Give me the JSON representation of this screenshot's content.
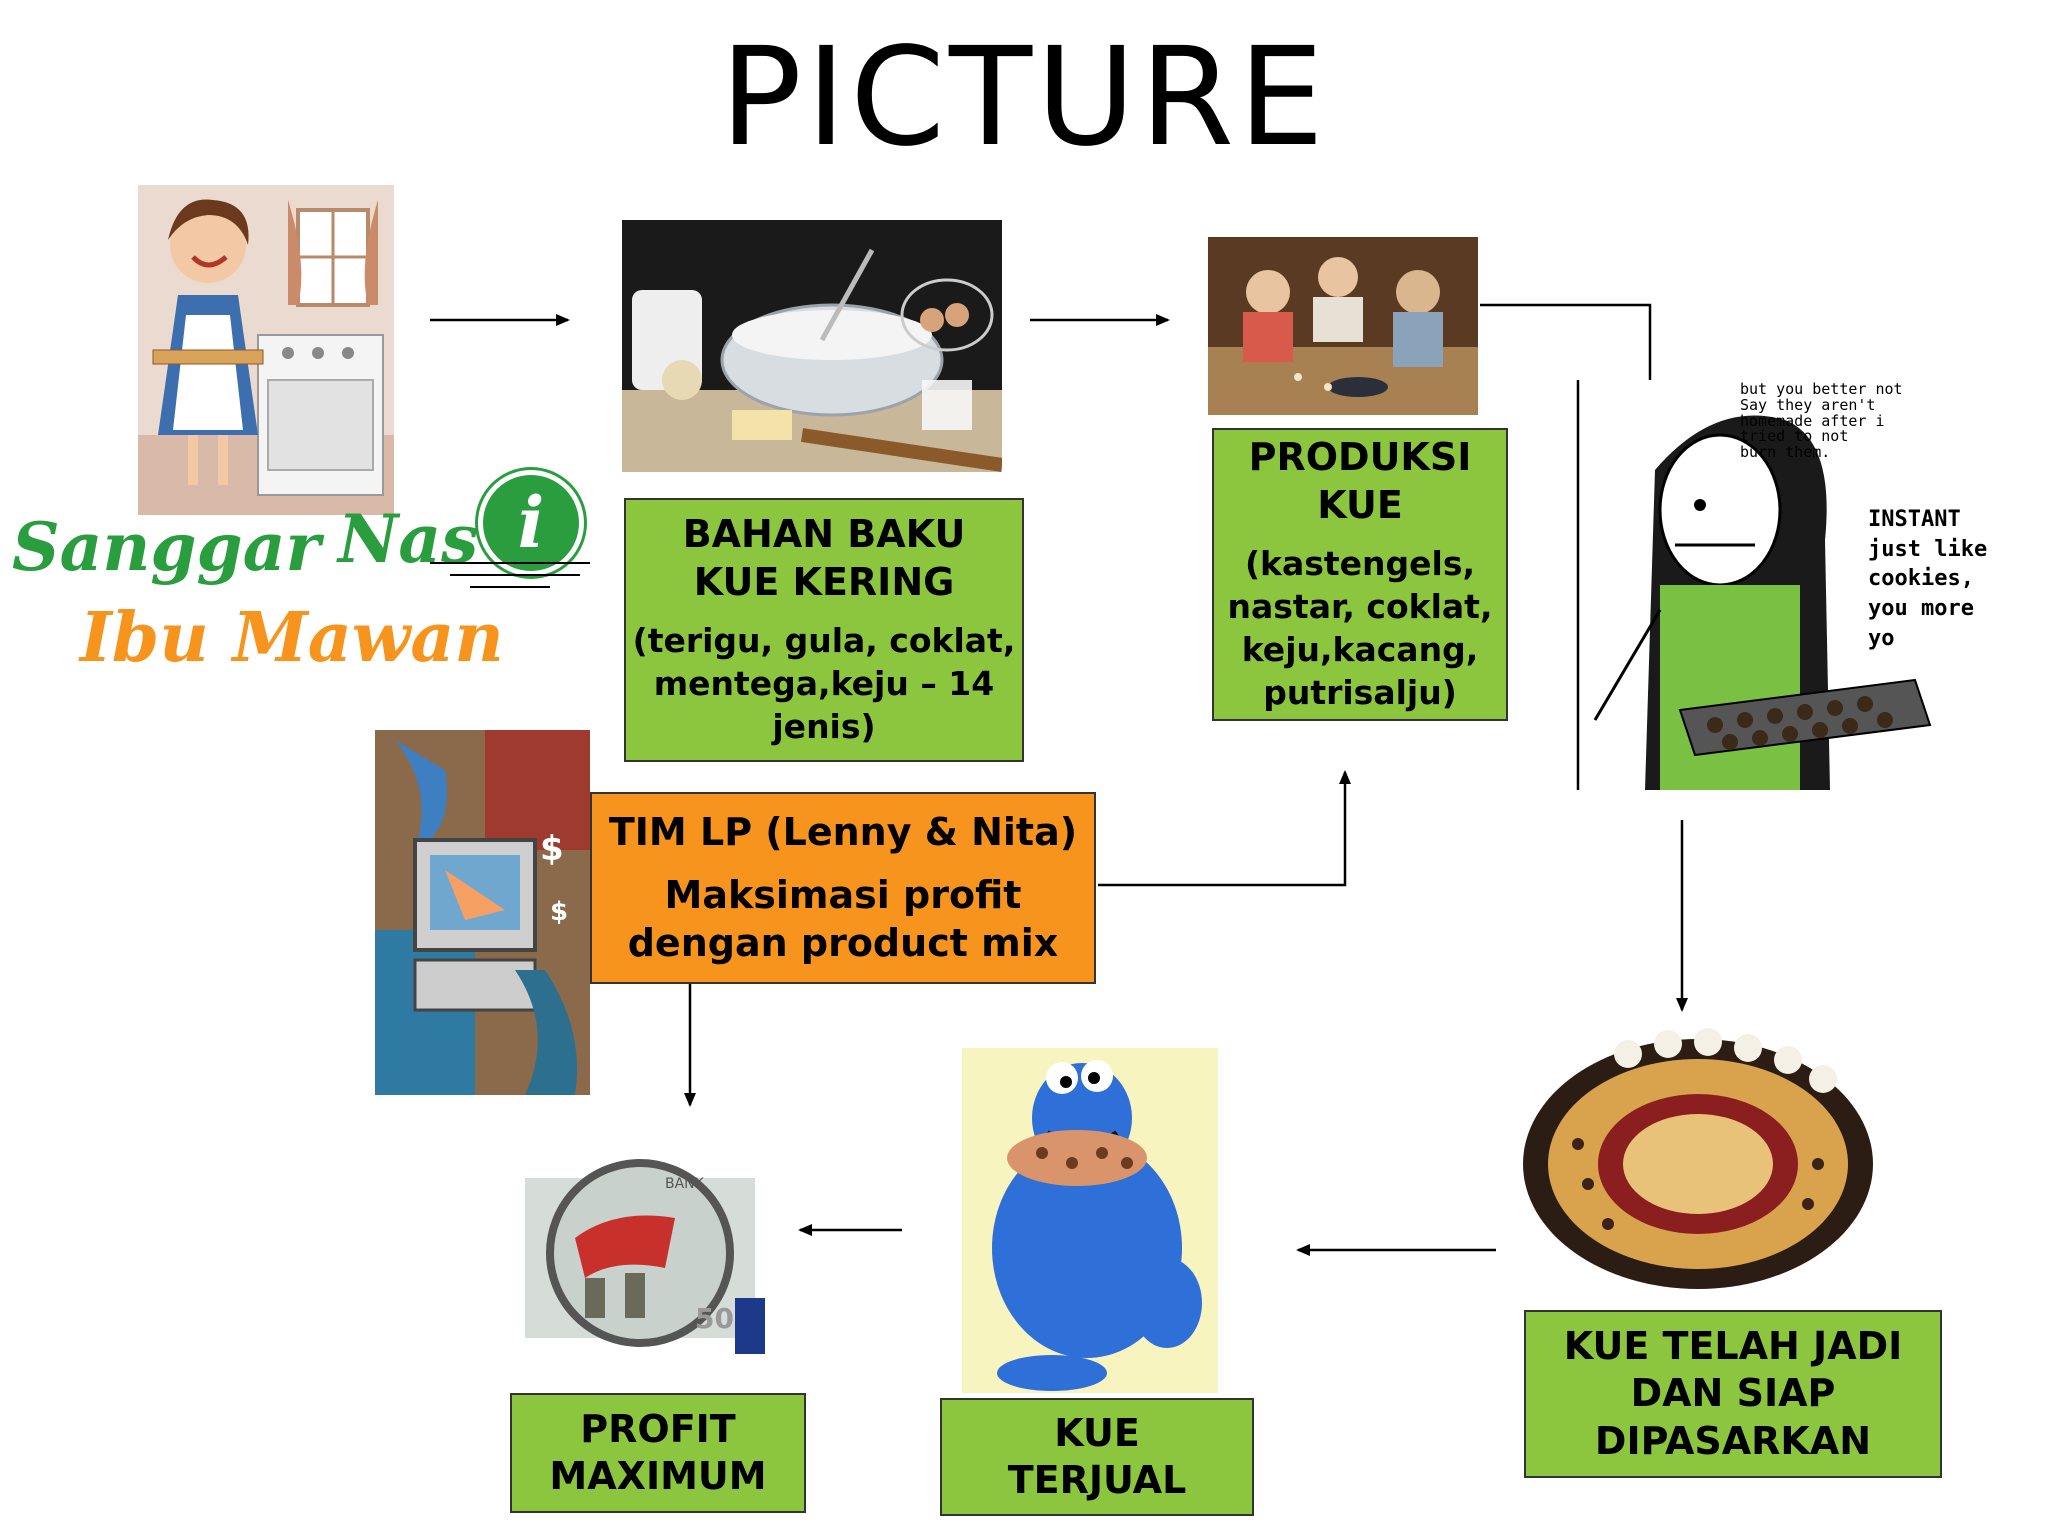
{
  "title": "PICTURE",
  "logo": {
    "word1": "Sanggar",
    "word2": "Nas",
    "badge": "i",
    "line2": "Ibu Mawan"
  },
  "boxes": {
    "bahan": {
      "head": "BAHAN BAKU\nKUE KERING",
      "sub": "(terigu, gula, coklat,\nmentega,keju – 14\njenis)"
    },
    "produksi": {
      "head": "PRODUKSI\nKUE",
      "sub": "(kastengels,\nnastar, coklat,\nkeju,kacang,\nputrisalju)"
    },
    "tim": {
      "head": "TIM LP (Lenny & Nita)",
      "sub": "Maksimasi profit\ndengan product mix"
    },
    "jadi": {
      "head": "KUE TELAH JADI\nDAN SIAP\nDIPASARKAN"
    },
    "terjual": {
      "head": "KUE\nTERJUAL"
    },
    "profit": {
      "head": "PROFIT\nMAXIMUM"
    }
  },
  "cartoon": {
    "caption": "but you better not\nSay they aren't\nhomemade after i\ntried to not\nburn them.",
    "side": "INSTANT\njust like\ncookies,\nyou more\nyo"
  },
  "colors": {
    "box_green": "#8cc63f",
    "box_orange": "#f7941d",
    "logo_green": "#2a9d3f",
    "logo_orange": "#f7941d"
  },
  "icons": {
    "info_badge": "info-icon",
    "dollar": "dollar-icon"
  }
}
